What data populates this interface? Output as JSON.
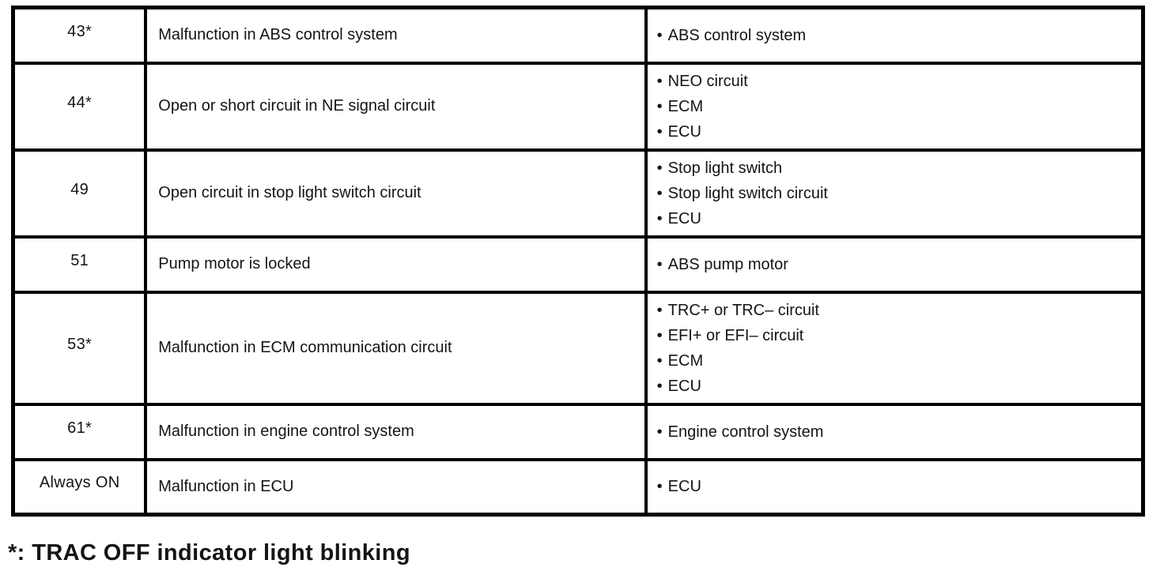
{
  "colors": {
    "text": "#141414",
    "border": "#000000",
    "background": "#ffffff"
  },
  "icons": {
    "bullet": "•"
  },
  "footnote": "*: TRAC OFF indicator light blinking",
  "table": {
    "rows": [
      {
        "code": "43*",
        "diagnosis": "Malfunction in ABS control system",
        "trouble_areas": [
          "ABS control system"
        ]
      },
      {
        "code": "44*",
        "diagnosis": "Open or short circuit in NE signal circuit",
        "trouble_areas": [
          "NEO circuit",
          "ECM",
          "ECU"
        ]
      },
      {
        "code": "49",
        "diagnosis": "Open circuit in stop light switch circuit",
        "trouble_areas": [
          "Stop light switch",
          "Stop light switch circuit",
          "ECU"
        ]
      },
      {
        "code": "51",
        "diagnosis": "Pump motor is locked",
        "trouble_areas": [
          "ABS pump motor"
        ]
      },
      {
        "code": "53*",
        "diagnosis": "Malfunction in ECM communication circuit",
        "trouble_areas": [
          "TRC+ or TRC– circuit",
          "EFI+ or EFI– circuit",
          "ECM",
          "ECU"
        ]
      },
      {
        "code": "61*",
        "diagnosis": "Malfunction in engine control system",
        "trouble_areas": [
          "Engine control system"
        ]
      },
      {
        "code": "Always ON",
        "diagnosis": "Malfunction in ECU",
        "trouble_areas": [
          "ECU"
        ]
      }
    ]
  }
}
